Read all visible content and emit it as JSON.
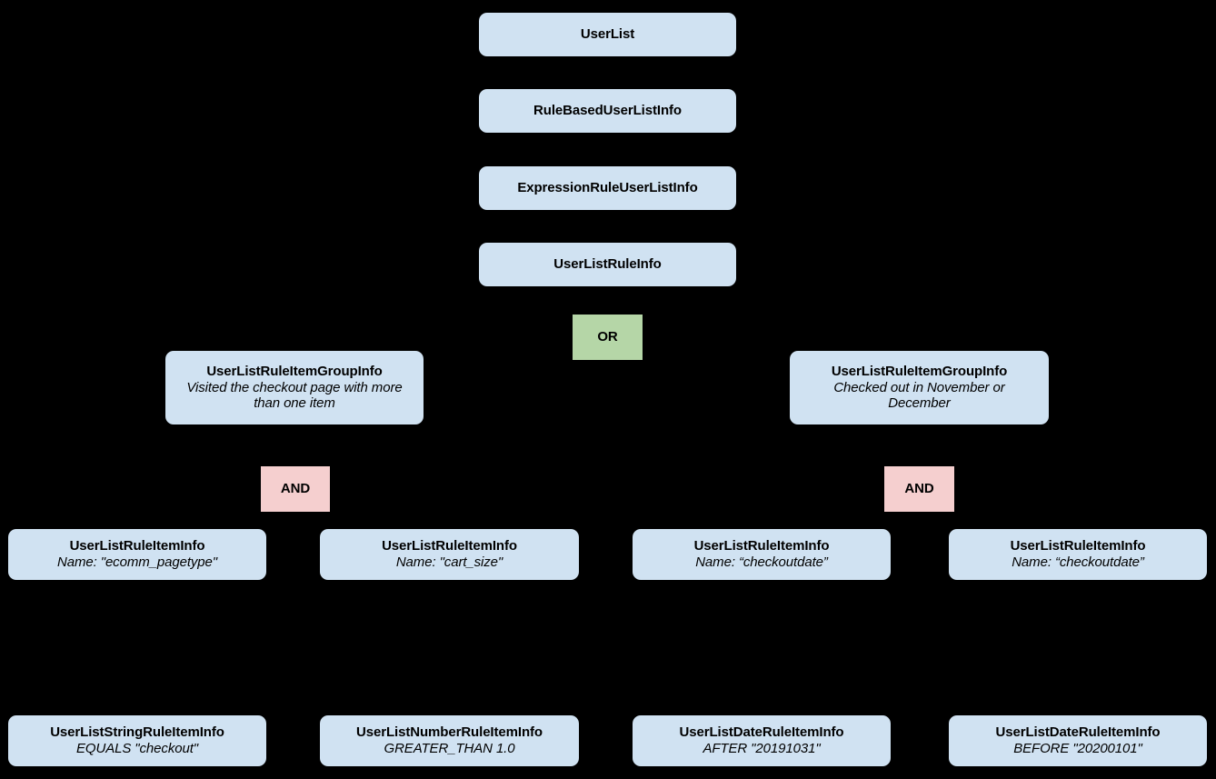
{
  "diagram": {
    "type": "hierarchy-tree",
    "background_color": "#000000",
    "node_fill_color": "#d0e2f2",
    "or_node_color": "#b5d6a7",
    "and_node_color": "#f5cfcf",
    "text_color": "#000000"
  },
  "nodes": {
    "user_list": {
      "title": "UserList"
    },
    "rule_based_user_list_info": {
      "title": "RuleBasedUserListInfo"
    },
    "expression_rule_user_list_info": {
      "title": "ExpressionRuleUserListInfo"
    },
    "user_list_rule_info": {
      "title": "UserListRuleInfo"
    },
    "or_operator": {
      "title": "OR"
    },
    "group_left": {
      "title": "UserListRuleItemGroupInfo",
      "sub": "Visited the checkout page with more than one item"
    },
    "group_right": {
      "title": "UserListRuleItemGroupInfo",
      "sub": "Checked out in November or December"
    },
    "and_left": {
      "title": "AND"
    },
    "and_right": {
      "title": "AND"
    },
    "item_1": {
      "title": "UserListRuleItemInfo",
      "sub": "Name: \"ecomm_pagetype\""
    },
    "item_2": {
      "title": "UserListRuleItemInfo",
      "sub": "Name: \"cart_size\""
    },
    "item_3": {
      "title": "UserListRuleItemInfo",
      "sub": "Name: “checkoutdate”"
    },
    "item_4": {
      "title": "UserListRuleItemInfo",
      "sub": "Name: “checkoutdate”"
    },
    "leaf_1": {
      "title": "UserListStringRuleItemInfo",
      "sub": "EQUALS \"checkout\""
    },
    "leaf_2": {
      "title": "UserListNumberRuleItemInfo",
      "sub": "GREATER_THAN 1.0"
    },
    "leaf_3": {
      "title": "UserListDateRuleItemInfo",
      "sub": "AFTER \"20191031\""
    },
    "leaf_4": {
      "title": "UserListDateRuleItemInfo",
      "sub": "BEFORE \"20200101\""
    }
  }
}
